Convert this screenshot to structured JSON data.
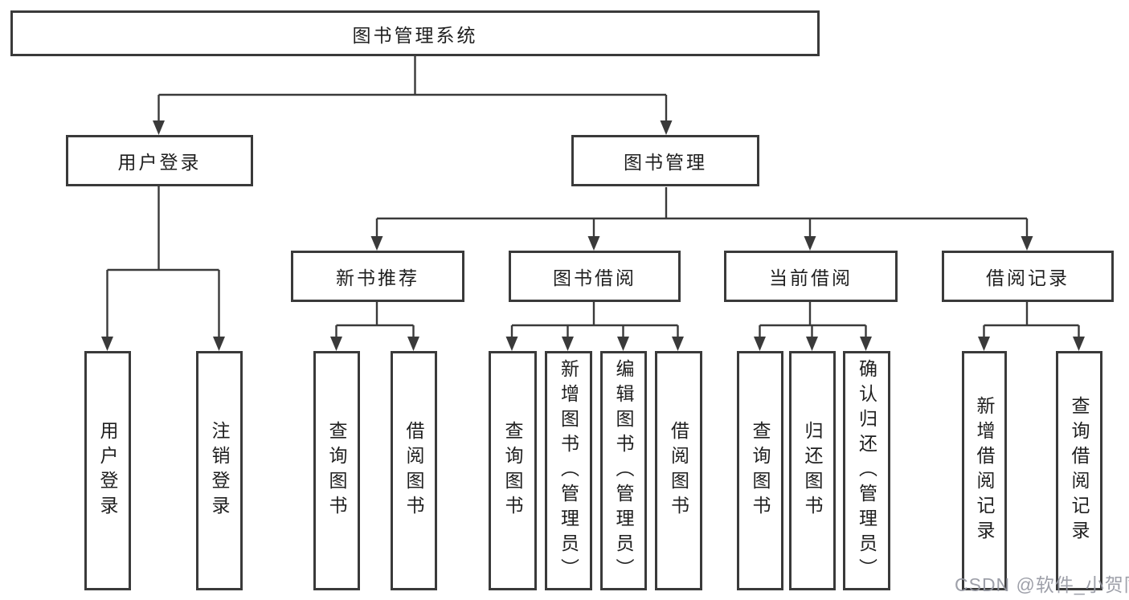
{
  "diagram_title": "图书管理系统",
  "nodes": {
    "root": "图书管理系统",
    "user_login": "用户登录",
    "book_mgmt": "图书管理",
    "new_book_rec": "新书推荐",
    "book_borrow": "图书借阅",
    "current_borrow": "当前借阅",
    "borrow_record": "借阅记录",
    "ul_user_login": "用户登录",
    "ul_logout": "注销登录",
    "nr_query_book": "查询图书",
    "nr_borrow_book": "借阅图书",
    "bb_query_book": "查询图书",
    "bb_add_book": "新增图书（管理员）",
    "bb_edit_book": "编辑图书（管理员）",
    "bb_borrow_book": "借阅图书",
    "cb_query_book": "查询图书",
    "cb_return_book": "归还图书",
    "cb_confirm_return": "确认归还（管理员）",
    "br_add_record": "新增借阅记录",
    "br_query_record": "查询借阅记录"
  },
  "watermark": {
    "text": "CSDN @软件_小贺同学",
    "color": "#9698a2"
  },
  "colors": {
    "line": "#3a3a3a",
    "text": "#1f1f1f",
    "background": "#ffffff"
  }
}
